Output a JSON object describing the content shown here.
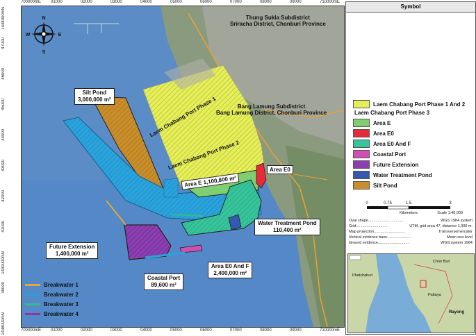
{
  "map": {
    "coords_top": [
      "700000mE",
      "01000",
      "02000",
      "03000",
      "04000",
      "05000",
      "06000",
      "07000",
      "08000",
      "09000",
      "710000mE"
    ],
    "coords_bottom": [
      "700000mE",
      "01000",
      "02000",
      "03000",
      "04000",
      "05000",
      "06000",
      "07000",
      "08000",
      "09000",
      "710000mE"
    ],
    "coords_left": [
      "1448000mN",
      "47000",
      "46000",
      "45000",
      "44000",
      "43000",
      "42000",
      "41000",
      "1440000mN",
      "39000",
      "1438000mN"
    ],
    "coords_right": [
      "1448000mN",
      "47000",
      "46000",
      "45000",
      "44000",
      "43000",
      "42000",
      "41000",
      "1440000mN",
      "39000",
      "1438000mN"
    ],
    "compass": {
      "n": "N",
      "s": "S",
      "e": "E",
      "w": "W"
    },
    "place_thung_sukla": [
      "Thung Sukla Subdistrict",
      "Sriracha District, Chonburi Province"
    ],
    "place_bang_lamung": [
      "Bang Lamung Subdistrict",
      "Bang Lamung District, Chonburi Province"
    ],
    "label_phase1": "Laem Chabang Port Phase 1",
    "label_phase2": "Laem Chabang Port Phase 2",
    "silt_pond": [
      "Silt Pond",
      "3,000,000 m²"
    ],
    "area_e": "Area E 1,100,800 m²",
    "area_e0": "Area E0",
    "water_treatment": [
      "Water Treatment Pond",
      "110,400 m²"
    ],
    "future_extension": [
      "Future Extension",
      "1,400,000 m²"
    ],
    "area_e0_f": [
      "Area E0 And F",
      "2,400,000 m²"
    ],
    "coastal_port": [
      "Coastal Port",
      "89,600 m²"
    ],
    "breakwaters": [
      {
        "label": "Breakwater 1",
        "color": "#e0a93a"
      },
      {
        "label": "Breakwater 2",
        "color": "#2e9fd6"
      },
      {
        "label": "Breakwater 3",
        "color": "#39b98a"
      },
      {
        "label": "Breakwater 4",
        "color": "#8a3a9e"
      }
    ]
  },
  "panel": {
    "title": "Symbol",
    "phase12": {
      "label": "Laem Chabang Port Phase 1 And 2",
      "color": "#e6ef5a"
    },
    "phase3_heading": "Laem Chabang Port Phase 3",
    "items": [
      {
        "label": "Area E",
        "color": "#7fce6f"
      },
      {
        "label": "Area E0",
        "color": "#e8293a"
      },
      {
        "label": "Area E0 And F",
        "color": "#37c49a"
      },
      {
        "label": "Coastal Port",
        "color": "#d04fb3"
      },
      {
        "label": "Future Extension",
        "color": "#8b3fb0"
      },
      {
        "label": "Water Treatment Pond",
        "color": "#3558b0"
      },
      {
        "label": "Silt Pond",
        "color": "#c98e2b"
      }
    ],
    "scale_ticks": [
      "0",
      "0.75",
      "1.5",
      "3"
    ],
    "scale_unit": "Kilometers",
    "scale_ratio": "Scale 1:40,000",
    "info": [
      [
        "Oval shape.................................",
        "WGS 1984 system"
      ],
      [
        "Grid.............................",
        "UTM, grid area 47, distance 1,000 m."
      ],
      [
        "Map projection.............................",
        "Transversemercator"
      ],
      [
        "Vertical evidence base.................................",
        "Mean sea level"
      ],
      [
        "Ground evidence.............................",
        "WGS system 1984"
      ]
    ],
    "inset_labels": [
      "Chon Buri",
      "Pattaya",
      "Rayong",
      "Phetchaburi"
    ]
  }
}
